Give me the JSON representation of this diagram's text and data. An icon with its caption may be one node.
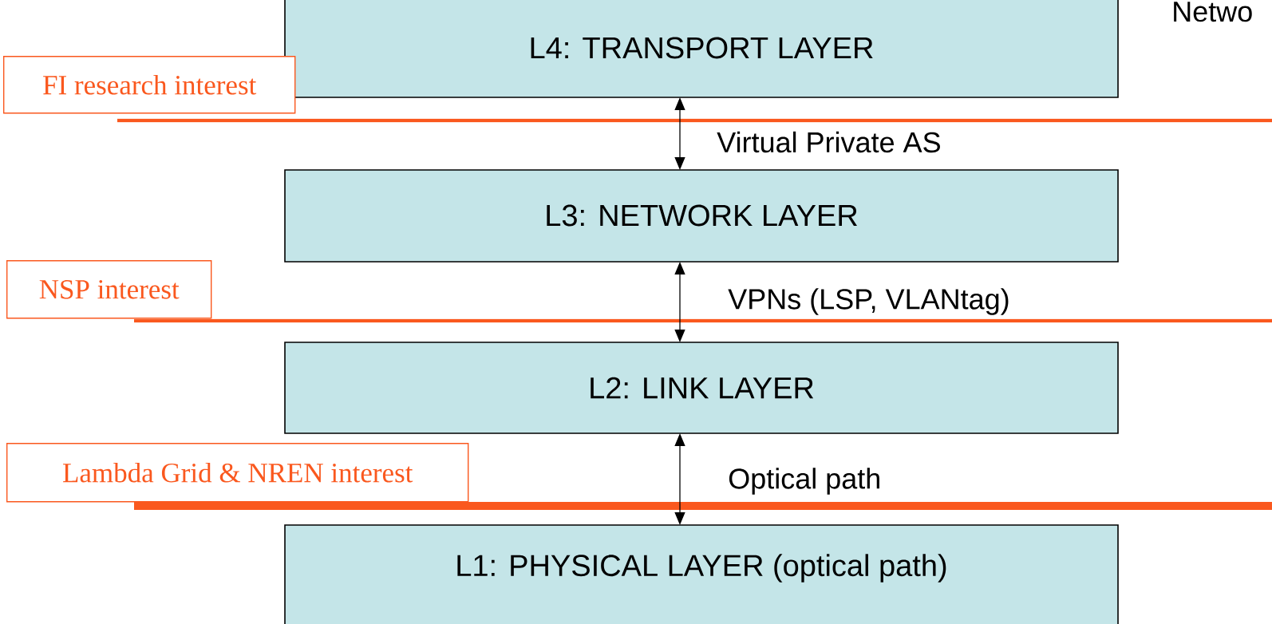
{
  "diagram": {
    "nodes": [
      {
        "text": [
          "L4: TRANSPORT LAYER"
        ]
      },
      {
        "text": [
          "L3: NETWORK LAYER"
        ]
      },
      {
        "text": [
          "L2: LINK LAYER"
        ]
      },
      {
        "text": [
          "L1: PHYSICAL LAYER (optical path)"
        ]
      },
      {
        "text": [
          "FI research interest"
        ]
      },
      {
        "text": [
          "NSP interest"
        ]
      },
      {
        "text": [
          "Lambda Grid & NREN interest"
        ]
      }
    ],
    "edges": [
      {
        "from": 0,
        "to": 1,
        "arrow": "both",
        "label": "Virtual Private AS"
      },
      {
        "from": 1,
        "to": 2,
        "arrow": "both",
        "label": "VPNs (LSP, VLANtag)"
      },
      {
        "from": 2,
        "to": 3,
        "arrow": "both",
        "label": "Optical path"
      }
    ],
    "labels": [
      "Netwo"
    ]
  }
}
